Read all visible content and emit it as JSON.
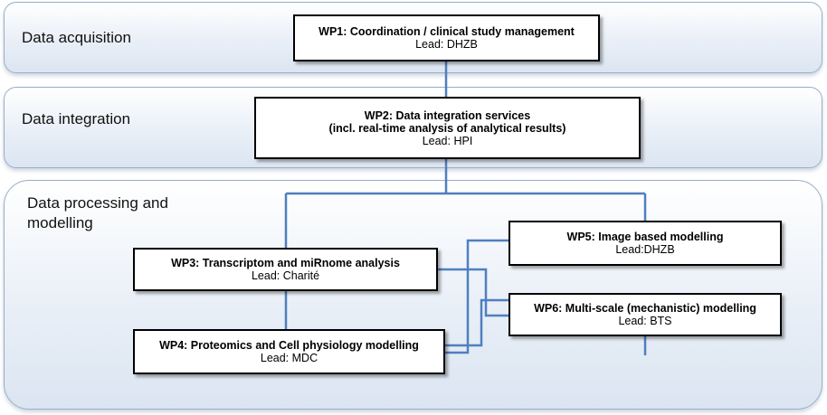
{
  "layers": {
    "acquisition": "Data acquisition",
    "integration": "Data integration",
    "processing_line1": "Data processing and",
    "processing_line2": "modelling"
  },
  "wp1": {
    "title": "WP1: Coordination / clinical study management",
    "lead": "Lead: DHZB"
  },
  "wp2": {
    "title_line1": "WP2: Data integration  services",
    "title_line2": "(incl. real-time analysis of analytical results)",
    "lead": "Lead: HPI"
  },
  "wp3": {
    "title": "WP3: Transcriptom and miRnome analysis",
    "lead": "Lead: Charité"
  },
  "wp4": {
    "title": "WP4:  Proteomics and Cell physiology modelling",
    "lead": "Lead: MDC"
  },
  "wp5": {
    "title": "WP5: Image based modelling",
    "lead": "Lead:DHZB"
  },
  "wp6": {
    "title": "WP6: Multi-scale (mechanistic) modelling",
    "lead": "Lead: BTS"
  },
  "colors": {
    "connector": "#4f7fbf",
    "layer_border": "#9aaec8"
  }
}
